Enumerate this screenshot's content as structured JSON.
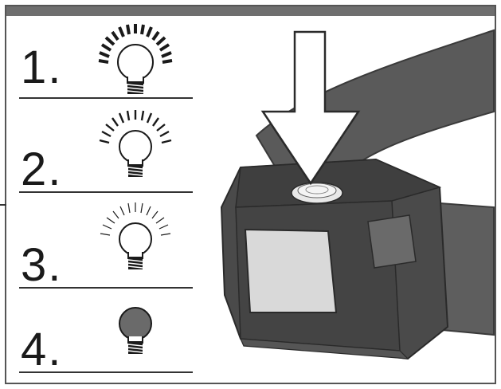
{
  "steps": [
    {
      "label": "1.",
      "mode": "high"
    },
    {
      "label": "2.",
      "mode": "medium"
    },
    {
      "label": "3.",
      "mode": "low"
    },
    {
      "label": "4.",
      "mode": "off"
    }
  ],
  "colors": {
    "bar": "#6e6e6e",
    "device": "#4a4a4a",
    "arrow": "#ffffff"
  }
}
